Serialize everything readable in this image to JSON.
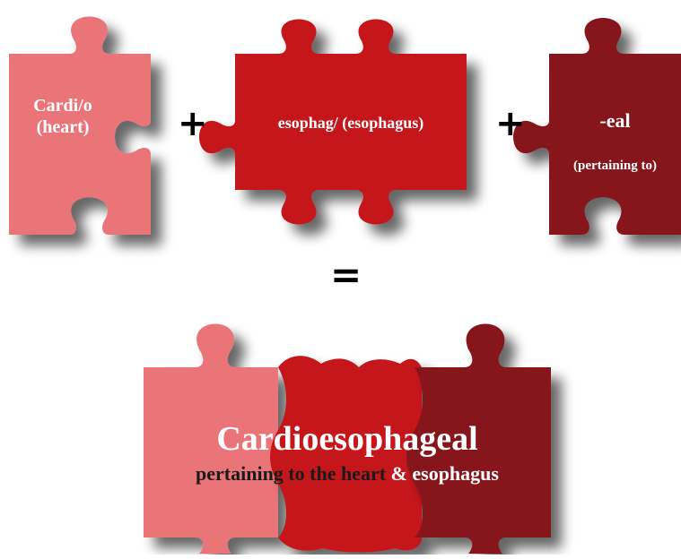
{
  "colors": {
    "light": "#ea7479",
    "medium": "#c5161d",
    "dark": "#87191b",
    "shadow": "#000000",
    "definition_dark": "#1a1a1a",
    "definition_light": "#ffffff"
  },
  "pieces": {
    "root": {
      "line1": "Cardi/o",
      "line2": "(heart)"
    },
    "combining": {
      "text": "esophag/  (esophagus)"
    },
    "suffix": {
      "line1": "-eal",
      "line2": "(pertaining to)"
    }
  },
  "operators": {
    "plus1": "+",
    "plus2": "+",
    "equals": "="
  },
  "result": {
    "term": "Cardioesophageal",
    "definition_part1": "pertaining to the heart",
    "definition_part2": "& esophagus"
  }
}
